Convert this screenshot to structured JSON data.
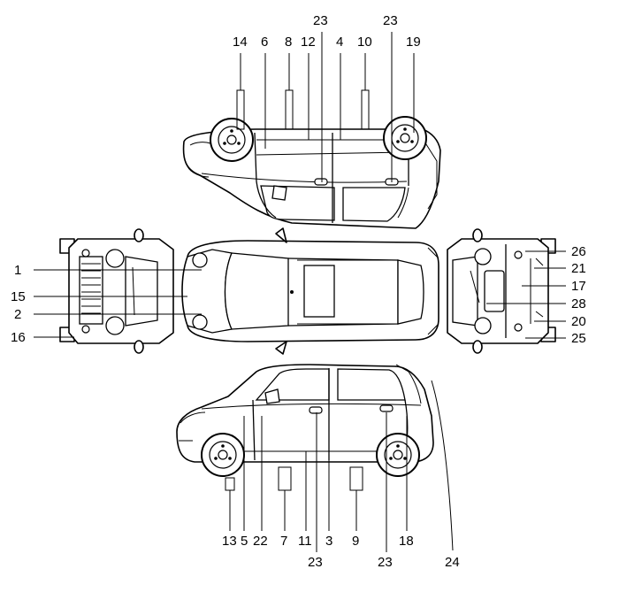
{
  "labels": {
    "l1": "1",
    "l2": "2",
    "l3": "3",
    "l4": "4",
    "l5": "5",
    "l6": "6",
    "l7": "7",
    "l8": "8",
    "l9": "9",
    "l10": "10",
    "l11": "11",
    "l12": "12",
    "l13": "13",
    "l14": "14",
    "l15": "15",
    "l16": "16",
    "l17": "17",
    "l18": "18",
    "l19": "19",
    "l20": "20",
    "l21": "21",
    "l22": "22",
    "l23": "23",
    "l24": "24",
    "l25": "25",
    "l26": "26",
    "l28": "28"
  }
}
